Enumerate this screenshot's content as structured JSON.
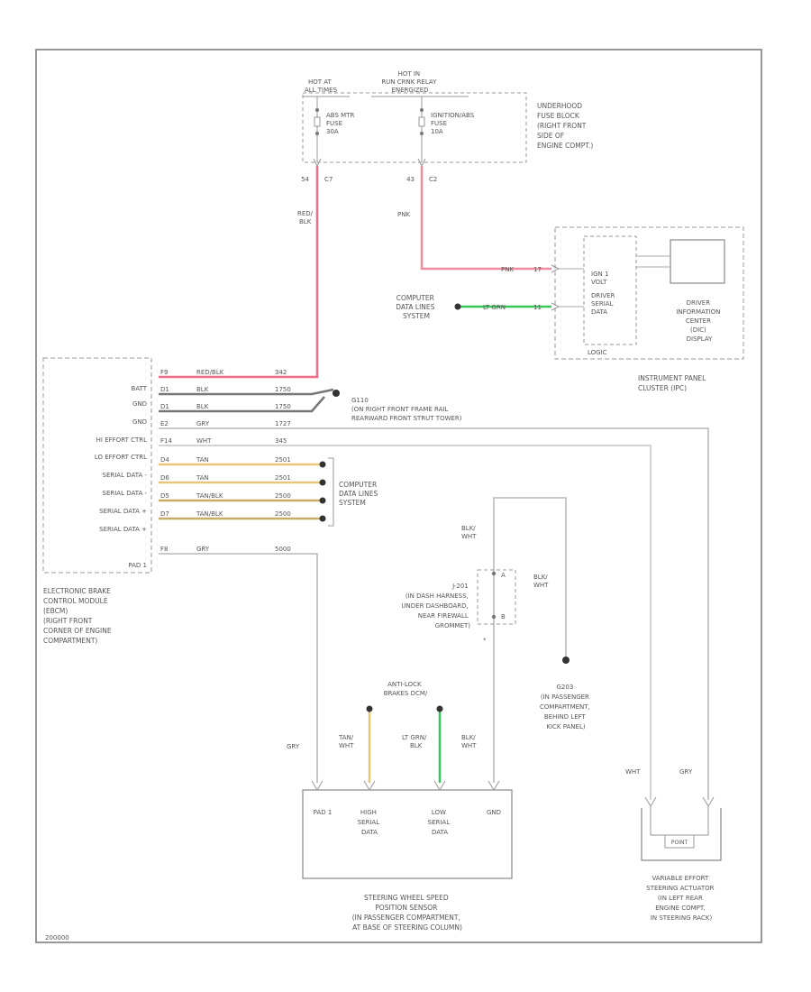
{
  "colors": {
    "red_wire": "#ee6f86",
    "pink_wire": "#f08da0",
    "green_wire": "#36c85a",
    "tan_wire": "#e8c878",
    "gray_wire": "#9a9a9a",
    "light_wire": "#bdbdbd",
    "box_line": "#8a8a8a",
    "text": "#555555"
  },
  "fuse_block": {
    "hot_left": [
      "HOT AT",
      "ALL TIMES"
    ],
    "hot_right": [
      "HOT IN",
      "RUN CRNK RELAY",
      "ENERGIZED"
    ],
    "fuse_left": [
      "ABS MTR",
      "FUSE",
      "30A"
    ],
    "fuse_right": [
      "IGNITION/ABS",
      "FUSE",
      "10A"
    ],
    "label": [
      "UNDERHOOD",
      "FUSE BLOCK",
      "(RIGHT FRONT",
      "SIDE OF",
      "ENGINE COMPT.)"
    ],
    "pin_left": "54",
    "conn_left": "C7",
    "pin_right": "43",
    "conn_right": "C2"
  },
  "wires": {
    "batt_color": [
      "RED/",
      "BLK"
    ],
    "ign_color": "PNK",
    "dic_pink_color": "PNK",
    "dic_green_color": "LT GRN",
    "dic_pin_a": "17",
    "dic_pin_b": "11",
    "sws_gry": "GRY",
    "sws_tan": [
      "TAN/",
      "WHT"
    ],
    "sws_grn": [
      "LT GRN/",
      "BLK"
    ],
    "sws_blk": [
      "BLK/",
      "WHT"
    ],
    "j201_blk_top": [
      "BLK/",
      "WHT"
    ],
    "j201_blk_right": [
      "BLK/",
      "WHT"
    ],
    "veh_wht": "WHT",
    "veh_gry": "GRY"
  },
  "ipc": {
    "ign_label": [
      "IGN 1",
      "VOLT"
    ],
    "data_label": [
      "DRIVER",
      "SERIAL",
      "DATA"
    ],
    "logic": "LOGIC",
    "dic_label": [
      "DRIVER",
      "INFORMATION",
      "CENTER",
      "(DIC)",
      "DISPLAY"
    ],
    "label": [
      "INSTRUMENT PANEL",
      "CLUSTER (IPC)"
    ]
  },
  "data_lines_top": [
    "COMPUTER",
    "DATA LINES",
    "SYSTEM"
  ],
  "data_lines_mid": [
    "COMPUTER",
    "DATA LINES",
    "SYSTEM"
  ],
  "ebcm": {
    "pins": [
      "BATT",
      "GND",
      "GND",
      "HI EFFORT CTRL",
      "LO EFFORT CTRL",
      "SERIAL DATA -",
      "SERIAL DATA -",
      "SERIAL DATA +",
      "SERIAL DATA +",
      "PAD 1"
    ],
    "wires": [
      {
        "pin": "F9",
        "color": "RED/BLK",
        "circuit": "342"
      },
      {
        "pin": "D1",
        "color": "BLK",
        "circuit": "1750"
      },
      {
        "pin": "D1",
        "color": "BLK",
        "circuit": "1750"
      },
      {
        "pin": "E2",
        "color": "GRY",
        "circuit": "1727"
      },
      {
        "pin": "F14",
        "color": "WHT",
        "circuit": "345"
      },
      {
        "pin": "D4",
        "color": "TAN",
        "circuit": "2501"
      },
      {
        "pin": "D6",
        "color": "TAN",
        "circuit": "2501"
      },
      {
        "pin": "D5",
        "color": "TAN/BLK",
        "circuit": "2500"
      },
      {
        "pin": "D7",
        "color": "TAN/BLK",
        "circuit": "2500"
      },
      {
        "pin": "F8",
        "color": "GRY",
        "circuit": "5000"
      }
    ],
    "label": [
      "ELECTRONIC BRAKE",
      "CONTROL MODULE",
      "(EBCM)",
      "(RIGHT FRONT",
      "CORNER OF ENGINE",
      "COMPARTMENT)"
    ]
  },
  "g110": {
    "label": [
      "G110",
      "(ON RIGHT FRONT FRAME RAIL",
      "REARWARD FRONT STRUT TOWER)"
    ]
  },
  "j201": {
    "label": [
      "J-201",
      "(IN DASH HARNESS,",
      "UNDER DASHBOARD,",
      "NEAR FIREWALL",
      "GROMMET)"
    ],
    "pin_a": "A",
    "pin_b": "B"
  },
  "g203": {
    "label": [
      "G203",
      "(IN PASSENGER",
      "COMPARTMENT,",
      "BEHIND LEFT",
      "KICK PANEL)"
    ]
  },
  "antilock": [
    "ANTI-LOCK",
    "BRAKES DCM/"
  ],
  "sws": {
    "pins": [
      [
        "PAD 1"
      ],
      [
        "HIGH",
        "SERIAL",
        "DATA"
      ],
      [
        "LOW",
        "SERIAL",
        "DATA"
      ],
      [
        "GND"
      ]
    ],
    "label": [
      "STEERING WHEEL SPEED",
      "POSITION SENSOR",
      "(IN PASSENGER COMPARTMENT,",
      "AT BASE OF STEERING COLUMN)"
    ]
  },
  "vesa": {
    "label": [
      "VARIABLE EFFORT",
      "STEERING ACTUATOR",
      "(IN LEFT REAR",
      "ENGINE COMPT.",
      "IN STEERING RACK)"
    ],
    "solenoid": "POINT"
  },
  "footer": "200000"
}
